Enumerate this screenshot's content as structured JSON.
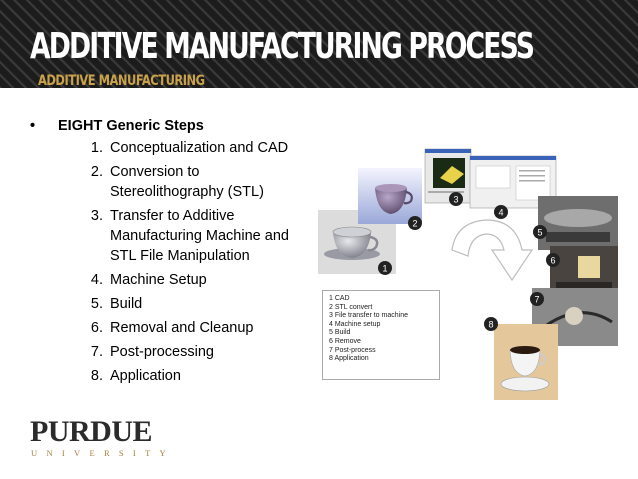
{
  "slide": {
    "title": "ADDITIVE MANUFACTURING PROCESS",
    "subtitle": "ADDITIVE MANUFACTURING",
    "bullet": "EIGHT Generic Steps",
    "steps": [
      {
        "num": "1.",
        "text": "Conceptualization and CAD"
      },
      {
        "num": "2.",
        "text": "Conversion to Stereolithography (STL)"
      },
      {
        "num": "3.",
        "text": "Transfer to Additive Manufacturing Machine and STL File Manipulation"
      },
      {
        "num": "4.",
        "text": "Machine Setup"
      },
      {
        "num": "5.",
        "text": "Build"
      },
      {
        "num": "6.",
        "text": "Removal and Cleanup"
      },
      {
        "num": "7.",
        "text": "Post-processing"
      },
      {
        "num": "8.",
        "text": "Application"
      }
    ]
  },
  "figure": {
    "legend": [
      "1 CAD",
      "2 STL convert",
      "3 File transfer to machine",
      "4 Machine setup",
      "5 Build",
      "6 Remove",
      "7 Post-process",
      "8 Application"
    ],
    "badges": [
      "1",
      "2",
      "3",
      "4",
      "5",
      "6",
      "7",
      "8"
    ]
  },
  "logo": {
    "name": "PURDUE",
    "sub": "UNIVERSITY"
  },
  "colors": {
    "header_bg": "#1c1c1c",
    "accent_gold": "#c9a24a",
    "text": "#000000"
  }
}
